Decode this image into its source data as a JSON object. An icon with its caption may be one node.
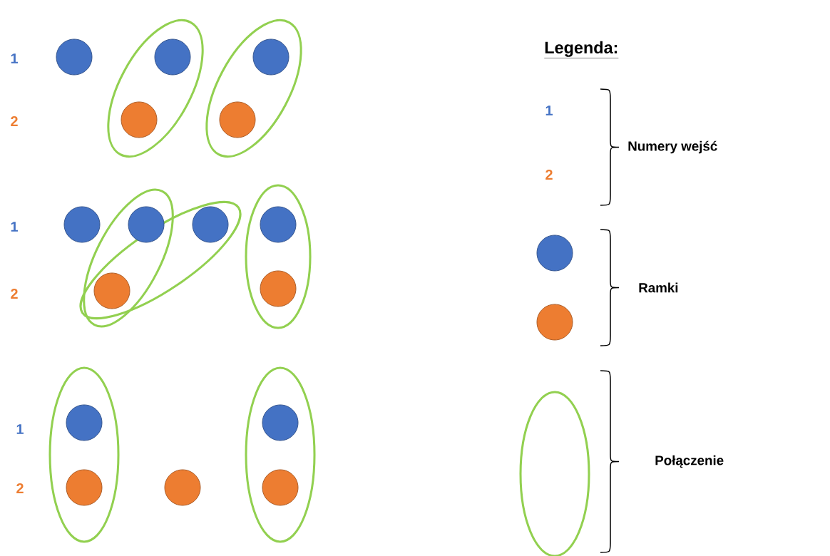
{
  "diagram": {
    "title": "Legenda:",
    "labels": [
      "1",
      "2",
      "1",
      "2",
      "1",
      "2",
      "1",
      "2"
    ],
    "legend": [
      {
        "text": "Numery wejść"
      },
      {
        "text": "Ramki"
      },
      {
        "text": "Połączenie"
      }
    ]
  }
}
